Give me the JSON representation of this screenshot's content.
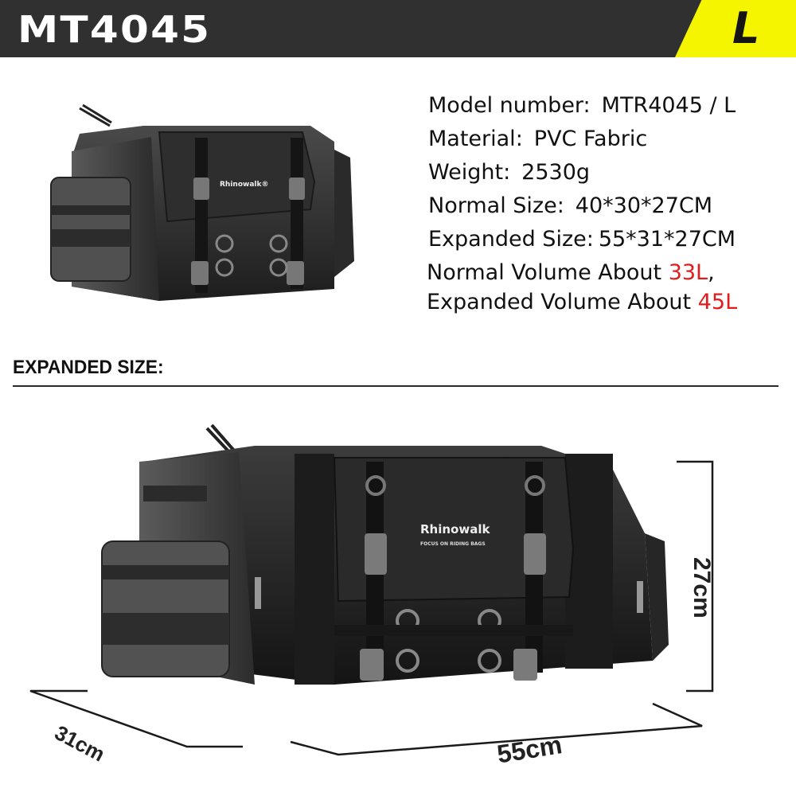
{
  "header": {
    "title": "MT4045",
    "size_badge": "L",
    "background_color": "#303030",
    "badge_color": "#f5f500"
  },
  "specs": {
    "model_number": {
      "label": "Model number:",
      "value": "MTR4045 / L"
    },
    "material": {
      "label": "Material:",
      "value": "PVC Fabric"
    },
    "weight": {
      "label": "Weight:",
      "value": "2530g"
    },
    "normal_size": {
      "label": "Normal Size:",
      "value": "40*30*27CM"
    },
    "expanded_size": {
      "label": "Expanded Size:",
      "value": "55*31*27CM"
    },
    "normal_volume": {
      "prefix": "Normal Volume About",
      "value": "33L",
      "suffix": ","
    },
    "expanded_volume": {
      "prefix": "Expanded Volume About",
      "value": "45L"
    },
    "accent_color": "#e21b1b"
  },
  "product": {
    "brand": "Rhinowalk",
    "tagline": "FOCUS ON RIDING BAGS"
  },
  "expanded_section": {
    "title": "EXPANDED SIZE:",
    "dimensions": {
      "height": "27cm",
      "depth": "31cm",
      "width": "55cm"
    }
  }
}
